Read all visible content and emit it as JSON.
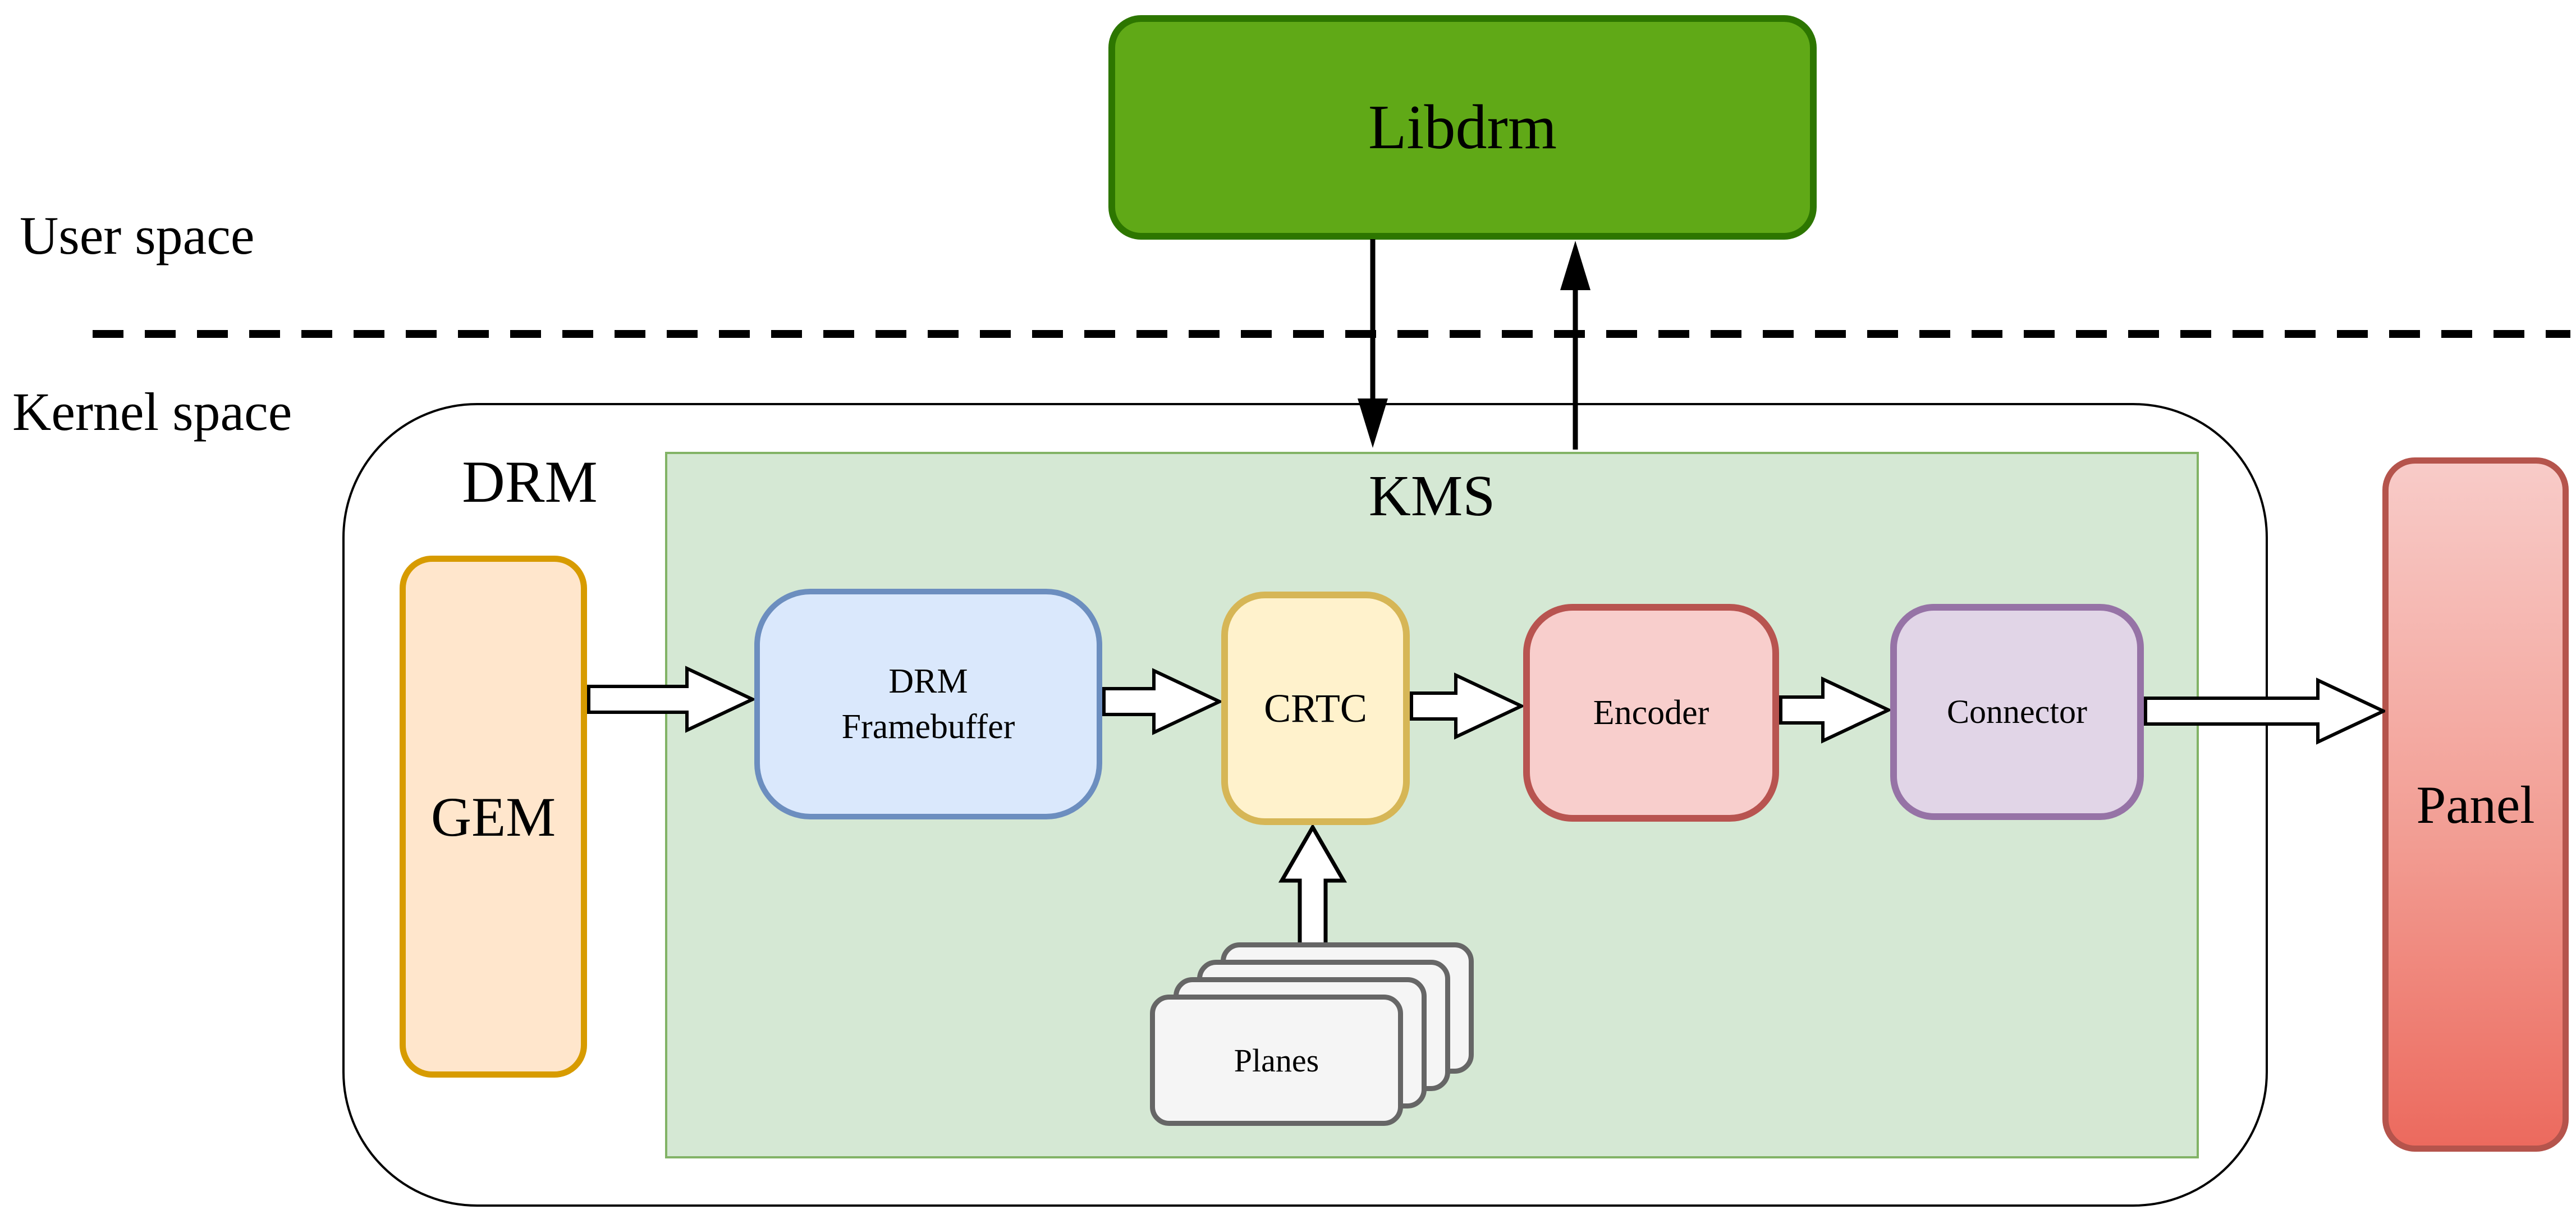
{
  "labels": {
    "user_space": "User space",
    "kernel_space": "Kernel space"
  },
  "nodes": {
    "libdrm": {
      "label": "Libdrm",
      "fill": "#60a917",
      "border": "#2d7600"
    },
    "drm_container": {
      "label": "DRM",
      "fill": "#ffffff",
      "border": "#000000"
    },
    "kms_region": {
      "label": "KMS",
      "fill": "#d5e8d4",
      "border": "#82b366"
    },
    "gem": {
      "label": "GEM",
      "fill": "#ffe6cc",
      "border": "#d79b00"
    },
    "drm_framebuffer": {
      "label_lines": [
        "DRM",
        "Framebuffer"
      ],
      "fill": "#dae8fc",
      "border": "#6c8ebf"
    },
    "crtc": {
      "label": "CRTC",
      "fill": "#fff2cc",
      "border": "#d6b656"
    },
    "encoder": {
      "label": "Encoder",
      "fill": "#f8cecc",
      "border": "#b85450"
    },
    "connector": {
      "label": "Connector",
      "fill": "#e1d5e7",
      "border": "#9673a6"
    },
    "planes": {
      "label": "Planes",
      "card_count": 4,
      "fill": "#f5f5f5",
      "border": "#666666"
    },
    "panel": {
      "label": "Panel",
      "fill_top": "#f8cbc8",
      "fill_bottom": "#ec6a5e",
      "border": "#b5544c"
    }
  },
  "arrows": [
    {
      "from": "Libdrm",
      "to": "KMS",
      "direction": "down",
      "style": "thin-black"
    },
    {
      "from": "KMS",
      "to": "Libdrm",
      "direction": "up",
      "style": "thin-black"
    },
    {
      "from": "GEM",
      "to": "DRM Framebuffer",
      "direction": "right",
      "style": "block-white"
    },
    {
      "from": "DRM Framebuffer",
      "to": "CRTC",
      "direction": "right",
      "style": "block-white"
    },
    {
      "from": "CRTC",
      "to": "Encoder",
      "direction": "right",
      "style": "block-white"
    },
    {
      "from": "Encoder",
      "to": "Connector",
      "direction": "right",
      "style": "block-white"
    },
    {
      "from": "Connector",
      "to": "Panel",
      "direction": "right",
      "style": "block-white"
    },
    {
      "from": "Planes",
      "to": "CRTC",
      "direction": "up",
      "style": "block-white"
    }
  ],
  "divider": {
    "style": "dashed",
    "separates": [
      "User space",
      "Kernel space"
    ]
  }
}
